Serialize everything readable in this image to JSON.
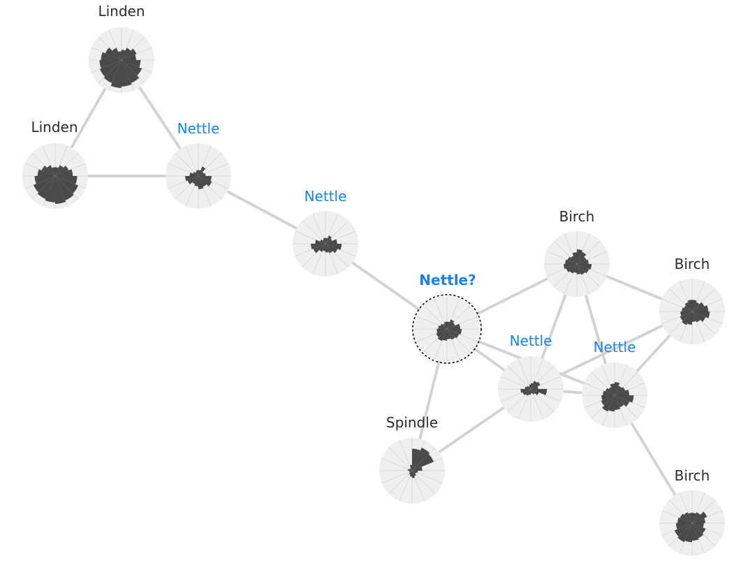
{
  "colors": {
    "edge": "#d3d3d3",
    "disc": "#efefef",
    "petal": "#4a4a4a",
    "known_label": "#2b2b2b",
    "predicted_label": "#1a82e2"
  },
  "nodes": [
    {
      "id": "n1",
      "label": "Linden",
      "kind": "known",
      "petals": [
        0.35,
        0.45,
        0.55,
        0.5,
        0.65,
        0.75,
        0.85,
        0.9,
        0.95,
        0.85,
        0.8,
        0.75,
        0.7,
        0.6,
        0.45,
        0.3
      ]
    },
    {
      "id": "n2",
      "label": "Linden",
      "kind": "known",
      "petals": [
        0.3,
        0.4,
        0.5,
        0.6,
        0.75,
        0.85,
        0.9,
        0.95,
        0.9,
        0.85,
        0.8,
        0.7,
        0.6,
        0.5,
        0.4,
        0.3
      ]
    },
    {
      "id": "n3",
      "label": "Nettle",
      "kind": "predicted",
      "petals": [
        0.2,
        0.35,
        0.2,
        0.25,
        0.45,
        0.5,
        0.4,
        0.45,
        0.35,
        0.3,
        0.4,
        0.45,
        0.3,
        0.2,
        0.15,
        0.2
      ]
    },
    {
      "id": "n4",
      "label": "Nettle",
      "kind": "predicted",
      "petals": [
        0.2,
        0.3,
        0.25,
        0.4,
        0.55,
        0.45,
        0.35,
        0.3,
        0.25,
        0.3,
        0.45,
        0.5,
        0.35,
        0.2,
        0.15,
        0.2
      ]
    },
    {
      "id": "n5",
      "label": "Nettle?",
      "kind": "query",
      "petals": [
        0.25,
        0.35,
        0.3,
        0.45,
        0.5,
        0.45,
        0.4,
        0.35,
        0.4,
        0.45,
        0.4,
        0.35,
        0.3,
        0.25,
        0.2,
        0.25
      ]
    },
    {
      "id": "n6",
      "label": "Birch",
      "kind": "known",
      "petals": [
        0.5,
        0.45,
        0.35,
        0.4,
        0.5,
        0.45,
        0.4,
        0.35,
        0.3,
        0.35,
        0.4,
        0.45,
        0.4,
        0.35,
        0.3,
        0.4
      ]
    },
    {
      "id": "n7",
      "label": "Birch",
      "kind": "known",
      "petals": [
        0.4,
        0.35,
        0.45,
        0.55,
        0.6,
        0.5,
        0.4,
        0.35,
        0.45,
        0.5,
        0.45,
        0.4,
        0.35,
        0.3,
        0.35,
        0.4
      ]
    },
    {
      "id": "n8",
      "label": "Nettle",
      "kind": "predicted",
      "petals": [
        0.2,
        0.3,
        0.35,
        0.25,
        0.55,
        0.3,
        0.2,
        0.15,
        0.2,
        0.25,
        0.3,
        0.35,
        0.2,
        0.15,
        0.1,
        0.15
      ]
    },
    {
      "id": "n9",
      "label": "Nettle",
      "kind": "predicted",
      "petals": [
        0.45,
        0.35,
        0.4,
        0.5,
        0.65,
        0.55,
        0.45,
        0.5,
        0.55,
        0.6,
        0.5,
        0.45,
        0.4,
        0.35,
        0.3,
        0.4
      ]
    },
    {
      "id": "n10",
      "label": "Spindle",
      "kind": "known",
      "petals": [
        0.75,
        0.85,
        0.8,
        0.35,
        0.2,
        0.15,
        0.2,
        0.25,
        0.2,
        0.15,
        0.1,
        0.1,
        0.15,
        0.1,
        0.1,
        0.2
      ]
    },
    {
      "id": "n11",
      "label": "Birch",
      "kind": "known",
      "petals": [
        0.35,
        0.4,
        0.55,
        0.45,
        0.4,
        0.5,
        0.55,
        0.6,
        0.65,
        0.7,
        0.65,
        0.55,
        0.5,
        0.45,
        0.4,
        0.35
      ]
    }
  ],
  "edges": [
    [
      "n1",
      "n2"
    ],
    [
      "n1",
      "n3"
    ],
    [
      "n2",
      "n3"
    ],
    [
      "n3",
      "n4"
    ],
    [
      "n4",
      "n5"
    ],
    [
      "n5",
      "n6"
    ],
    [
      "n5",
      "n8"
    ],
    [
      "n5",
      "n9"
    ],
    [
      "n5",
      "n10"
    ],
    [
      "n6",
      "n7"
    ],
    [
      "n6",
      "n8"
    ],
    [
      "n6",
      "n9"
    ],
    [
      "n7",
      "n8"
    ],
    [
      "n7",
      "n9"
    ],
    [
      "n8",
      "n9"
    ],
    [
      "n8",
      "n10"
    ],
    [
      "n9",
      "n11"
    ]
  ]
}
